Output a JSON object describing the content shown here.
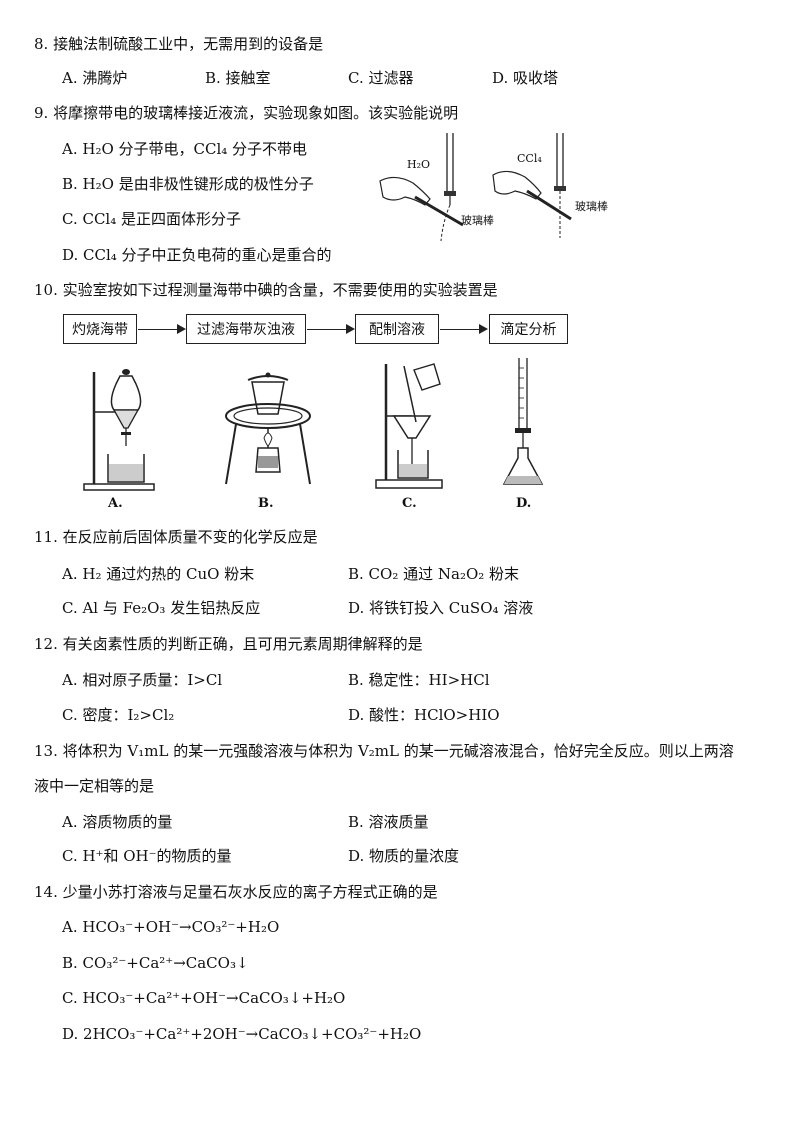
{
  "q8": {
    "stem": "8. 接触法制硫酸工业中，无需用到的设备是",
    "options": [
      "A. 沸腾炉",
      "B. 接触室",
      "C. 过滤器",
      "D. 吸收塔"
    ]
  },
  "q9": {
    "stem": "9. 将摩擦带电的玻璃棒接近液流，实验现象如图。该实验能说明",
    "options": [
      "A. H₂O 分子带电，CCl₄ 分子不带电",
      "B. H₂O 是由非极性键形成的极性分子",
      "C. CCl₄ 是正四面体形分子",
      "D. CCl₄ 分子中正负电荷的重心是重合的"
    ],
    "figure": {
      "left_label": "H₂O",
      "right_label": "CCl₄",
      "rod_label": "玻璃棒"
    }
  },
  "q10": {
    "stem": "10. 实验室按如下过程测量海带中碘的含量，不需要使用的实验装置是",
    "flow": [
      "灼烧海带",
      "过滤海带灰浊液",
      "配制溶液",
      "滴定分析"
    ],
    "apparatus_labels": [
      "A.",
      "B.",
      "C.",
      "D."
    ]
  },
  "q11": {
    "stem": "11. 在反应前后固体质量不变的化学反应是",
    "options": [
      "A. H₂ 通过灼热的 CuO 粉末",
      "B. CO₂ 通过 Na₂O₂ 粉末",
      "C. Al 与 Fe₂O₃ 发生铝热反应",
      "D. 将铁钉投入 CuSO₄ 溶液"
    ]
  },
  "q12": {
    "stem": "12. 有关卤素性质的判断正确，且可用元素周期律解释的是",
    "options": [
      "A. 相对原子质量：I>Cl",
      "B. 稳定性：HI>HCl",
      "C. 密度：I₂>Cl₂",
      "D. 酸性：HClO>HIO"
    ]
  },
  "q13": {
    "stem_line1": "13. 将体积为 V₁mL 的某一元强酸溶液与体积为 V₂mL 的某一元碱溶液混合，恰好完全反应。则以上两溶",
    "stem_line2": "液中一定相等的是",
    "options": [
      "A. 溶质物质的量",
      "B. 溶液质量",
      "C. H⁺和 OH⁻的物质的量",
      "D. 物质的量浓度"
    ]
  },
  "q14": {
    "stem": "14. 少量小苏打溶液与足量石灰水反应的离子方程式正确的是",
    "options": [
      "A. HCO₃⁻+OH⁻→CO₃²⁻+H₂O",
      "B. CO₃²⁻+Ca²⁺→CaCO₃↓",
      "C. HCO₃⁻+Ca²⁺+OH⁻→CaCO₃↓+H₂O",
      "D. 2HCO₃⁻+Ca²⁺+2OH⁻→CaCO₃↓+CO₃²⁻+H₂O"
    ]
  }
}
